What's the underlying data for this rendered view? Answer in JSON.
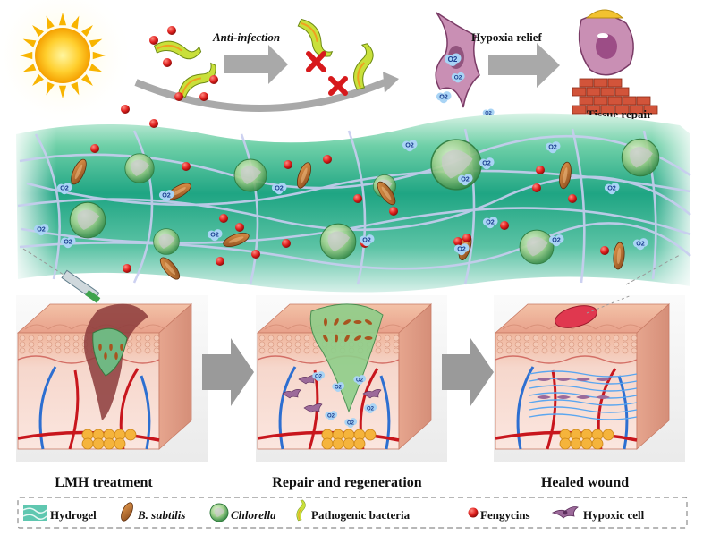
{
  "top": {
    "anti_infection": "Anti-infection",
    "hypoxia_relief": "Hypoxia relief",
    "tissue_repair": "Tissue repair"
  },
  "o2_label": "O2",
  "panels": [
    {
      "label": "LMH treatment"
    },
    {
      "label": "Repair and regeneration"
    },
    {
      "label": "Healed wound"
    }
  ],
  "legend": {
    "hydrogel": "Hydrogel",
    "b_subtilis": "B. subtilis",
    "chlorella": "Chlorella",
    "pathogenic_bacteria": "Pathogenic bacteria",
    "fengycins": "Fengycins",
    "hypoxic_cell": "Hypoxic cell"
  },
  "colors": {
    "hydrogel": "#2fae8a",
    "fengycin": "#d7191c",
    "arrow": "#9a9a9a",
    "skin": "#e8a98e",
    "oxygen": "#a9d4f5"
  }
}
